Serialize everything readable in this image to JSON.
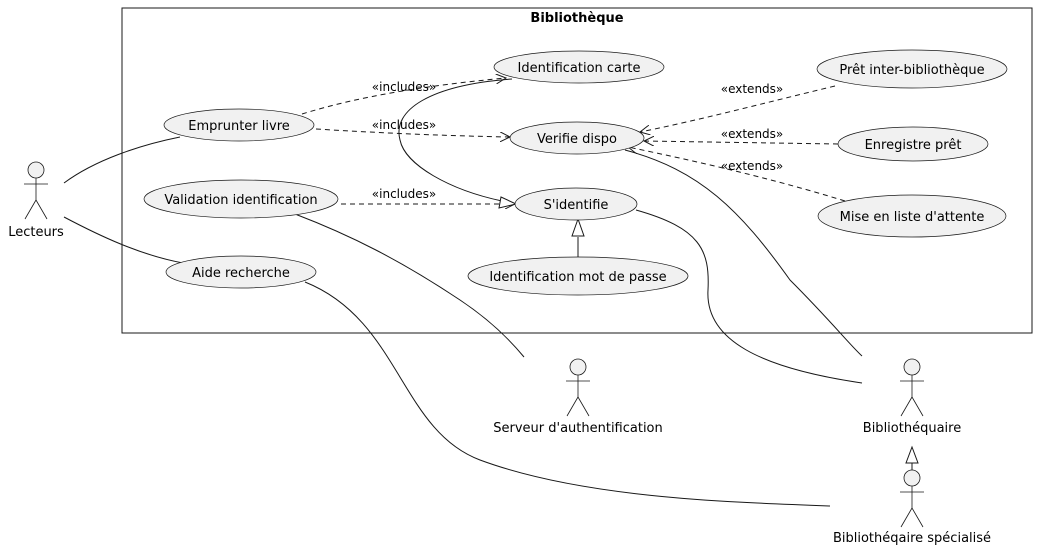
{
  "system": {
    "title": "Bibliothèque"
  },
  "actors": {
    "lecteurs": "Lecteurs",
    "serveur": "Serveur d'authentification",
    "bibliothequaire": "Bibliothéquaire",
    "specialise": "Bibliothéqaire spécialisé"
  },
  "use_cases": {
    "identification_carte": "Identification carte",
    "emprunter_livre": "Emprunter livre",
    "verifie_dispo": "Verifie dispo",
    "validation_identification": "Validation identification",
    "sidentifie": "S'identifie",
    "identification_mdp": "Identification mot de passe",
    "aide_recherche": "Aide recherche",
    "pret_inter": "Prêt inter-bibliothèque",
    "enregistre_pret": "Enregistre prêt",
    "liste_attente": "Mise en liste d'attente"
  },
  "stereotypes": {
    "includes_1": "«includes»",
    "includes_2": "«includes»",
    "includes_3": "«includes»",
    "extends_1": "«extends»",
    "extends_2": "«extends»",
    "extends_3": "«extends»"
  }
}
